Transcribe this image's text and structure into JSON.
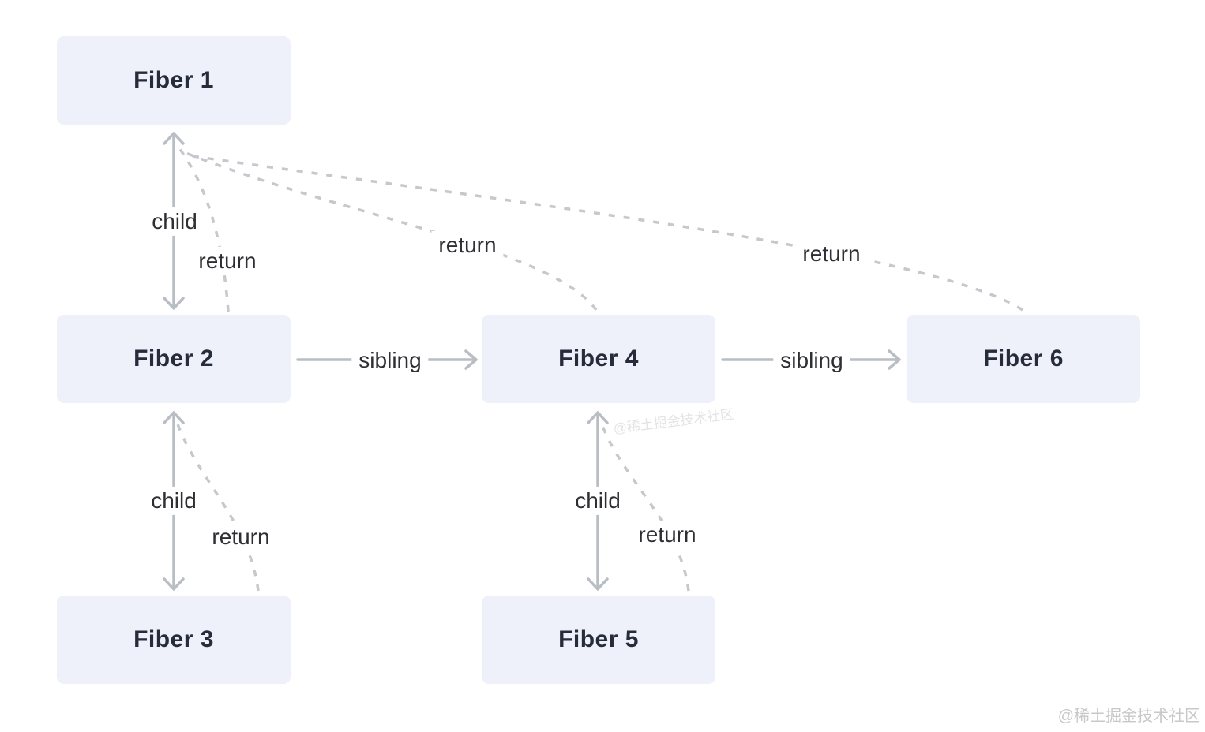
{
  "diagram": {
    "type": "flowchart",
    "nodes": [
      {
        "id": "fiber-1",
        "label": "Fiber 1"
      },
      {
        "id": "fiber-2",
        "label": "Fiber 2"
      },
      {
        "id": "fiber-3",
        "label": "Fiber 3"
      },
      {
        "id": "fiber-4",
        "label": "Fiber 4"
      },
      {
        "id": "fiber-5",
        "label": "Fiber 5"
      },
      {
        "id": "fiber-6",
        "label": "Fiber 6"
      }
    ],
    "edges": [
      {
        "from": "Fiber 1",
        "to": "Fiber 2",
        "label": "child",
        "style": "solid"
      },
      {
        "from": "Fiber 2",
        "to": "Fiber 1",
        "label": "return",
        "style": "dashed"
      },
      {
        "from": "Fiber 2",
        "to": "Fiber 4",
        "label": "sibling",
        "style": "solid"
      },
      {
        "from": "Fiber 4",
        "to": "Fiber 1",
        "label": "return",
        "style": "dashed"
      },
      {
        "from": "Fiber 4",
        "to": "Fiber 6",
        "label": "sibling",
        "style": "solid"
      },
      {
        "from": "Fiber 6",
        "to": "Fiber 1",
        "label": "return",
        "style": "dashed"
      },
      {
        "from": "Fiber 2",
        "to": "Fiber 3",
        "label": "child",
        "style": "solid"
      },
      {
        "from": "Fiber 3",
        "to": "Fiber 2",
        "label": "return",
        "style": "dashed"
      },
      {
        "from": "Fiber 4",
        "to": "Fiber 5",
        "label": "child",
        "style": "solid"
      },
      {
        "from": "Fiber 5",
        "to": "Fiber 4",
        "label": "return",
        "style": "dashed"
      }
    ]
  },
  "watermark": {
    "text": "@稀土掘金技术社区"
  },
  "colors": {
    "canvas": "#ffffff",
    "node_bg": "#eef1fa",
    "node_text": "#262c3a",
    "solid_arrow": "#b9bdc4",
    "dashed_arrow": "#c5c8cd",
    "edge_label_text": "#2e2f33",
    "watermark": "#c8c8c8"
  }
}
